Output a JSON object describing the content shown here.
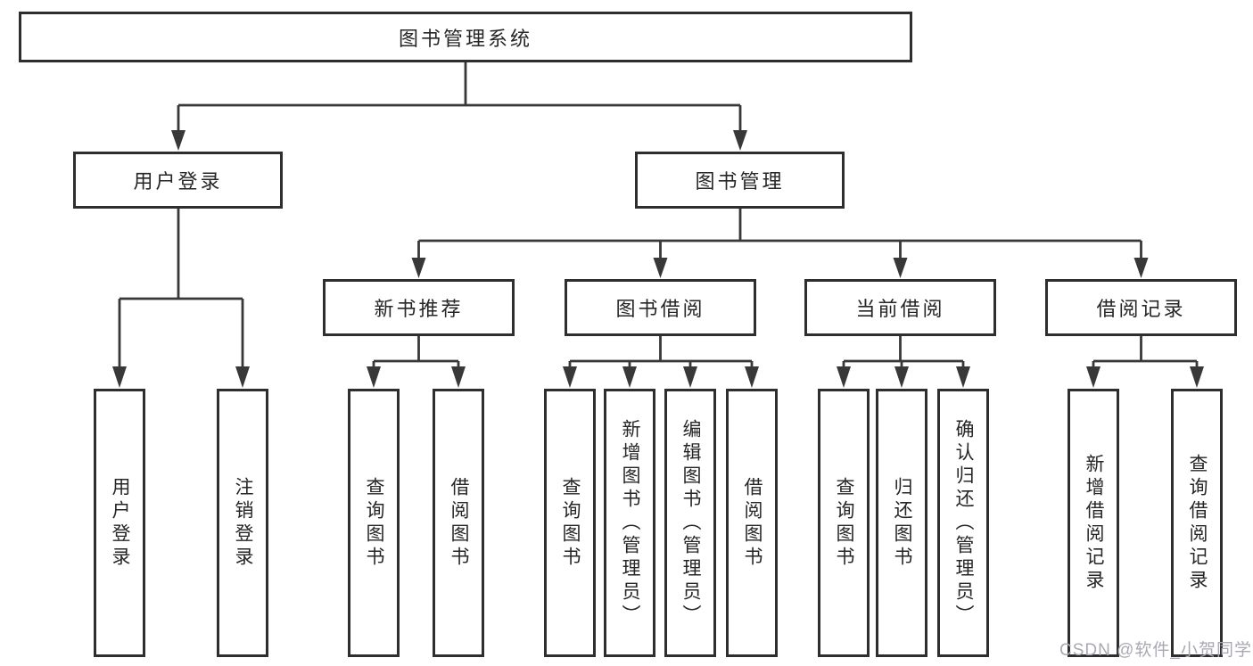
{
  "tree": {
    "root": {
      "label": "图书管理系统"
    },
    "branches": [
      {
        "label": "用户登录",
        "children": [
          {
            "label": "用户登录"
          },
          {
            "label": "注销登录"
          }
        ]
      },
      {
        "label": "图书管理",
        "children": [
          {
            "label": "新书推荐",
            "children": [
              {
                "label": "查询图书"
              },
              {
                "label": "借阅图书"
              }
            ]
          },
          {
            "label": "图书借阅",
            "children": [
              {
                "label": "查询图书"
              },
              {
                "label": "新增图书（管理员）"
              },
              {
                "label": "编辑图书（管理员）"
              },
              {
                "label": "借阅图书"
              }
            ]
          },
          {
            "label": "当前借阅",
            "children": [
              {
                "label": "查询图书"
              },
              {
                "label": "归还图书"
              },
              {
                "label": "确认归还（管理员）"
              }
            ]
          },
          {
            "label": "借阅记录",
            "children": [
              {
                "label": "新增借阅记录"
              },
              {
                "label": "查询借阅记录"
              }
            ]
          }
        ]
      }
    ]
  },
  "watermark": {
    "text": "CSDN @软件_小贺同学"
  },
  "colors": {
    "line": "#383838",
    "box_border": "#2e2e2e",
    "text": "#262626",
    "watermark": "#a9a9b2",
    "background": "#ffffff"
  }
}
